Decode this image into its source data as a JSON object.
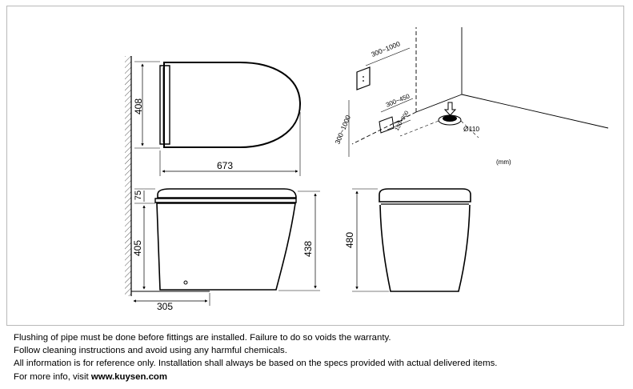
{
  "dimensions": {
    "unit_label": "(mm)",
    "height_408": "408",
    "length_673": "673",
    "lid_75": "75",
    "seat_height_405": "405",
    "overall_438": "438",
    "outlet_305": "305",
    "front_height_480": "480",
    "wall_range_300_1000_a": "300~1000",
    "wall_range_300_1000_b": "300~1000",
    "range_300_450": "300~450",
    "range_150_300": "150~300",
    "pipe_diameter": "Ø110"
  },
  "notes": {
    "line1": "Flushing of pipe must be done before fittings are installed. Failure to do so voids the warranty.",
    "line2": "Follow cleaning instructions and avoid using any harmful chemicals.",
    "line3": "All information is for reference only. Installation shall always be based on the specs provided with actual delivered items.",
    "line4_prefix": "For more info, visit ",
    "line4_link": "www.kuysen.com"
  }
}
